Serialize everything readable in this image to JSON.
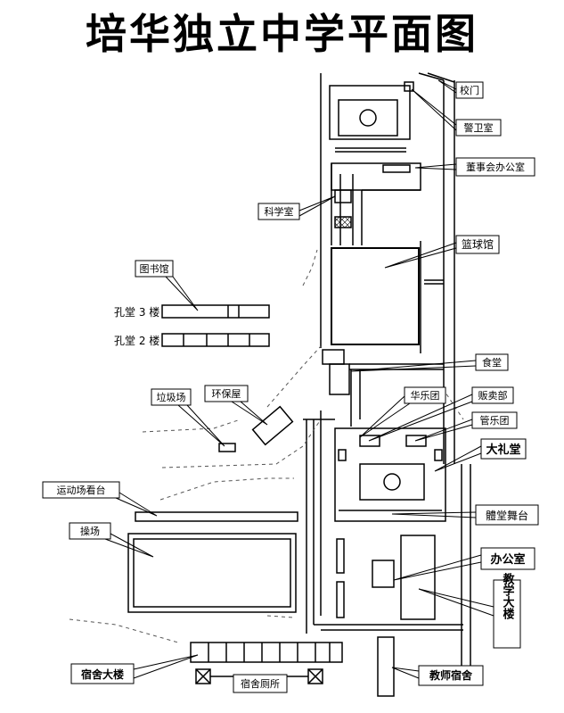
{
  "title": "培华独立中学平面图",
  "labels": {
    "school_gate": "校门",
    "guard_room": "警卫室",
    "board_office": "董事会办公室",
    "science_room": "科学室",
    "basketball_court": "篮球馆",
    "library": "图书馆",
    "hall_3f": "孔堂 3 楼",
    "hall_2f": "孔堂 2 楼",
    "canteen": "食堂",
    "garbage_yard": "垃圾场",
    "eco_house": "环保屋",
    "hua_yue_tuan": "华乐团",
    "vendor": "贩卖部",
    "band": "管乐团",
    "auditorium": "大礼堂",
    "stage": "體堂舞台",
    "stands": "运动场看台",
    "field": "操场",
    "office": "办公室",
    "teaching_building": "教学大楼",
    "dormitory": "宿舍大楼",
    "dorm_toilet": "宿舍厕所",
    "teacher_dorm": "教师宿舍"
  },
  "colors": {
    "ink": "#000000",
    "paper": "#ffffff",
    "dash": "#555555"
  }
}
